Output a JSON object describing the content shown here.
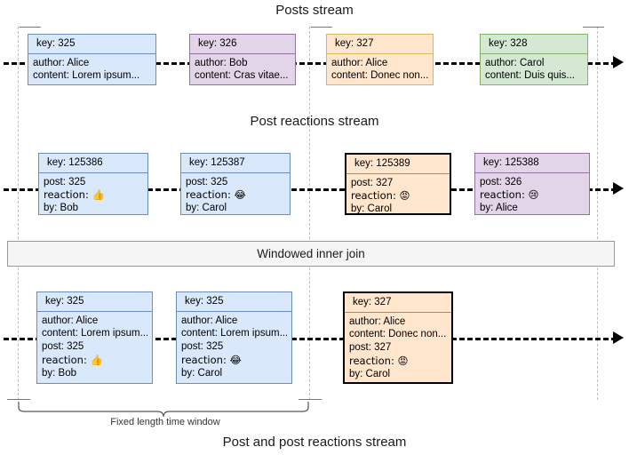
{
  "titles": {
    "posts_stream": "Posts stream",
    "reactions_stream": "Post reactions stream",
    "output_stream": "Post and post reactions stream"
  },
  "join_band": {
    "label": "Windowed inner join"
  },
  "window_brace": {
    "label": "Fixed length time window"
  },
  "colors": {
    "blue_fill": "#dae8fc",
    "blue_stroke": "#6c8ebf",
    "purple_fill": "#e1d5e7",
    "purple_stroke": "#9673a6",
    "orange_fill": "#ffe6cc",
    "orange_stroke": "#d6b656",
    "green_fill": "#d5e8d4",
    "green_stroke": "#82b366",
    "highlight_stroke": "#000000",
    "band_fill": "#f5f5f5",
    "band_stroke": "#999999",
    "axis": "#000000",
    "tick_line": "#bdbdbd"
  },
  "posts_stream": {
    "records": [
      {
        "key": "key: 325",
        "lines": [
          "author: Alice",
          "content: Lorem ipsum..."
        ],
        "color": "blue"
      },
      {
        "key": "key: 326",
        "lines": [
          "author: Bob",
          "content: Cras vitae..."
        ],
        "color": "purple"
      },
      {
        "key": "key: 327",
        "lines": [
          "author: Alice",
          "content: Donec non..."
        ],
        "color": "orange"
      },
      {
        "key": "key: 328",
        "lines": [
          "author: Carol",
          "content: Duis quis..."
        ],
        "color": "green"
      }
    ]
  },
  "reactions_stream": {
    "records": [
      {
        "key": "key: 125386",
        "lines": [
          "post: 325",
          "reaction: 👍",
          "by: Bob"
        ],
        "color": "blue"
      },
      {
        "key": "key: 125387",
        "lines": [
          "post: 325",
          "reaction: 😂",
          "by: Carol"
        ],
        "color": "blue"
      },
      {
        "key": "key: 125389",
        "lines": [
          "post: 327",
          "reaction: 😡",
          "by: Carol"
        ],
        "color": "orange",
        "highlight": true
      },
      {
        "key": "key: 125388",
        "lines": [
          "post: 326",
          "reaction: 😢",
          "by: Alice"
        ],
        "color": "purple"
      }
    ]
  },
  "output_stream": {
    "records": [
      {
        "key": "key: 325",
        "lines": [
          "author: Alice",
          "content: Lorem ipsum...",
          "post: 325",
          "reaction: 👍",
          "by: Bob"
        ],
        "color": "blue"
      },
      {
        "key": "key: 325",
        "lines": [
          "author: Alice",
          "content: Lorem ipsum...",
          "post: 325",
          "reaction: 😂",
          "by: Carol"
        ],
        "color": "blue"
      },
      {
        "key": "key: 327",
        "lines": [
          "author: Alice",
          "content: Donec non...",
          "post: 327",
          "reaction: 😡",
          "by: Carol"
        ],
        "color": "orange",
        "highlight": true
      }
    ]
  }
}
